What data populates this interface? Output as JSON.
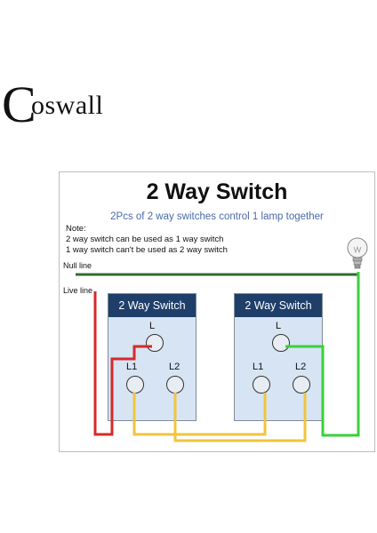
{
  "brand": {
    "logo_initial": "C",
    "logo_rest": "oswall"
  },
  "diagram": {
    "title": "2 Way Switch",
    "subtitle": "2Pcs of 2 way switches control 1 lamp together",
    "notes": [
      "Note:",
      "2 way switch can be used as 1 way switch",
      "1 way switch can't be used as 2 way switch"
    ],
    "null_line_label": "Null line",
    "live_line_label": "Live line",
    "switches": [
      {
        "header": "2 Way Switch",
        "terminals": [
          "L",
          "L1",
          "L2"
        ]
      },
      {
        "header": "2 Way Switch",
        "terminals": [
          "L",
          "L1",
          "L2"
        ]
      }
    ],
    "lamp_icon": "lightbulb-icon",
    "wire_colors": {
      "null": "#2f6a2f",
      "live": "#d42a2a",
      "traveler": "#f2c43c",
      "lamp_feed": "#3ad03a"
    }
  }
}
